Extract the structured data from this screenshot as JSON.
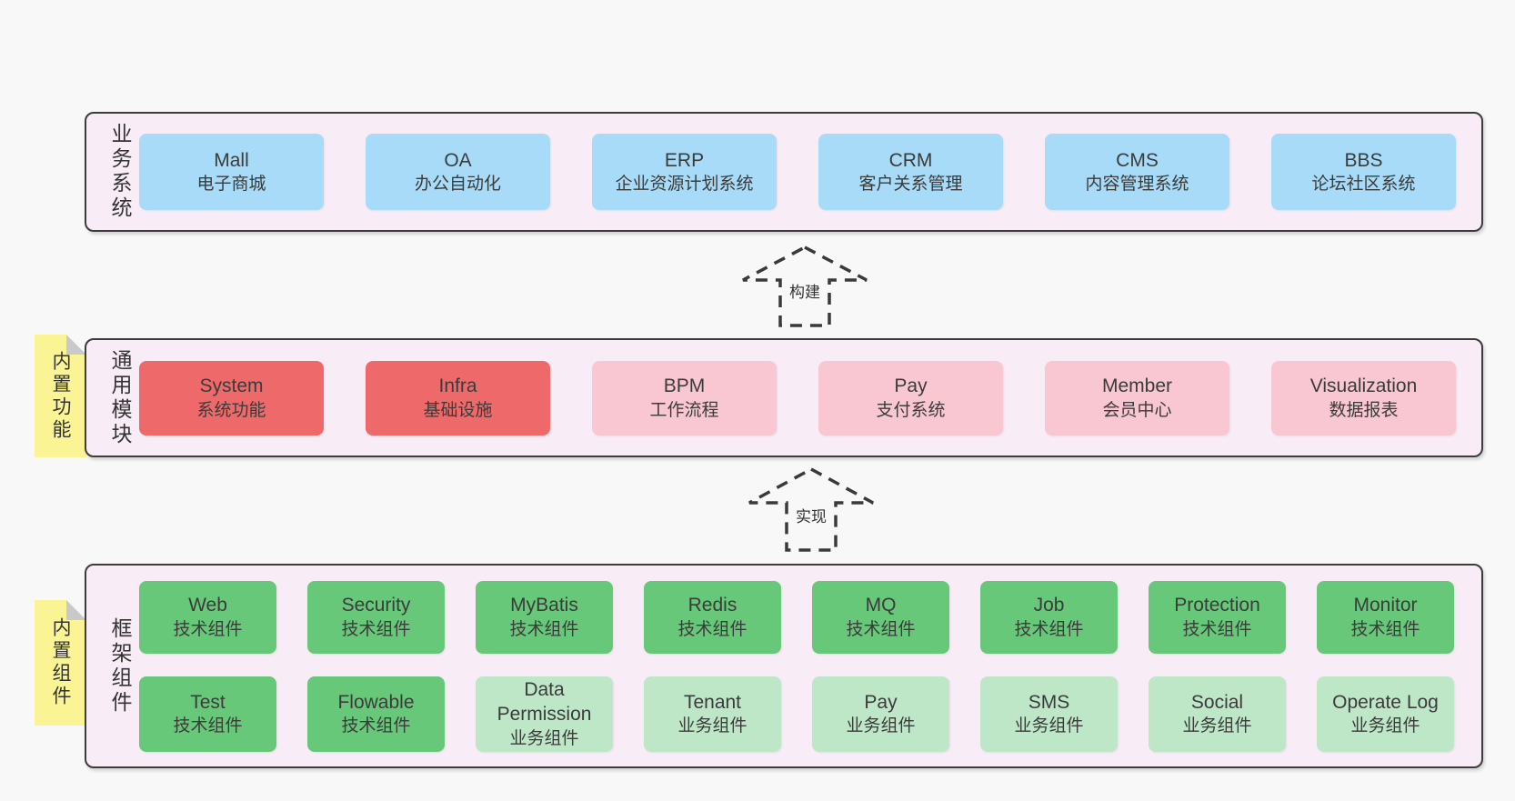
{
  "colors": {
    "page_bg": "#f8f8f8",
    "band_bg": "#f8edf6",
    "band_border": "#3c3c3c",
    "blue_box": "#a8dbf7",
    "red_box": "#ee6a6a",
    "pink_box": "#f9c7d2",
    "green_box": "#68c87a",
    "light_green_box": "#bee7c8",
    "sticky_note": "#fbf494",
    "sticky_fold": "#c9c9c9",
    "text": "#3b3b3b",
    "arrow": "#3a3a3a"
  },
  "bands": {
    "business": {
      "label": "业务系统",
      "boxes": [
        {
          "en": "Mall",
          "zh": "电子商城"
        },
        {
          "en": "OA",
          "zh": "办公自动化"
        },
        {
          "en": "ERP",
          "zh": "企业资源计划系统"
        },
        {
          "en": "CRM",
          "zh": "客户关系管理"
        },
        {
          "en": "CMS",
          "zh": "内容管理系统"
        },
        {
          "en": "BBS",
          "zh": "论坛社区系统"
        }
      ]
    },
    "modules": {
      "label": "通用模块",
      "note": "内置功能",
      "boxes": [
        {
          "en": "System",
          "zh": "系统功能",
          "variant": "red"
        },
        {
          "en": "Infra",
          "zh": "基础设施",
          "variant": "red"
        },
        {
          "en": "BPM",
          "zh": "工作流程",
          "variant": "pink"
        },
        {
          "en": "Pay",
          "zh": "支付系统",
          "variant": "pink"
        },
        {
          "en": "Member",
          "zh": "会员中心",
          "variant": "pink"
        },
        {
          "en": "Visualization",
          "zh": "数据报表",
          "variant": "pink"
        }
      ]
    },
    "components": {
      "label": "框架组件",
      "note": "内置组件",
      "row1": [
        {
          "en": "Web",
          "zh": "技术组件"
        },
        {
          "en": "Security",
          "zh": "技术组件"
        },
        {
          "en": "MyBatis",
          "zh": "技术组件"
        },
        {
          "en": "Redis",
          "zh": "技术组件"
        },
        {
          "en": "MQ",
          "zh": "技术组件"
        },
        {
          "en": "Job",
          "zh": "技术组件"
        },
        {
          "en": "Protection",
          "zh": "技术组件"
        },
        {
          "en": "Monitor",
          "zh": "技术组件"
        }
      ],
      "row2": [
        {
          "en": "Test",
          "zh": "技术组件",
          "variant": "green"
        },
        {
          "en": "Flowable",
          "zh": "技术组件",
          "variant": "green"
        },
        {
          "en": "Data Permission",
          "zh": "业务组件",
          "variant": "light-green"
        },
        {
          "en": "Tenant",
          "zh": "业务组件",
          "variant": "light-green"
        },
        {
          "en": "Pay",
          "zh": "业务组件",
          "variant": "light-green"
        },
        {
          "en": "SMS",
          "zh": "业务组件",
          "variant": "light-green"
        },
        {
          "en": "Social",
          "zh": "业务组件",
          "variant": "light-green"
        },
        {
          "en": "Operate Log",
          "zh": "业务组件",
          "variant": "light-green"
        }
      ]
    }
  },
  "arrows": [
    {
      "label": "构建"
    },
    {
      "label": "实现"
    }
  ]
}
